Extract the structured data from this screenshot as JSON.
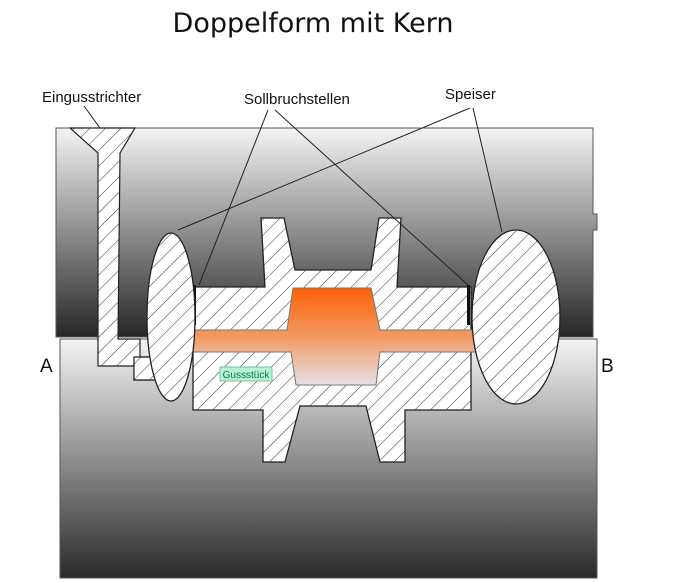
{
  "title": "Doppelform mit Kern",
  "labels": {
    "sprue": "Eingusstrichter",
    "break_points": "Sollbruchstellen",
    "riser": "Speiser",
    "casting": "Gussstück",
    "side_left": "A",
    "side_right": "B"
  },
  "colors": {
    "mold_dark": "#2a2a2a",
    "mold_light": "#f2f2f2",
    "core_orange": "#ff6a10",
    "core_light": "#e8c8b0",
    "hatch": "#333333",
    "tag_fill": "#b8f0d8"
  }
}
